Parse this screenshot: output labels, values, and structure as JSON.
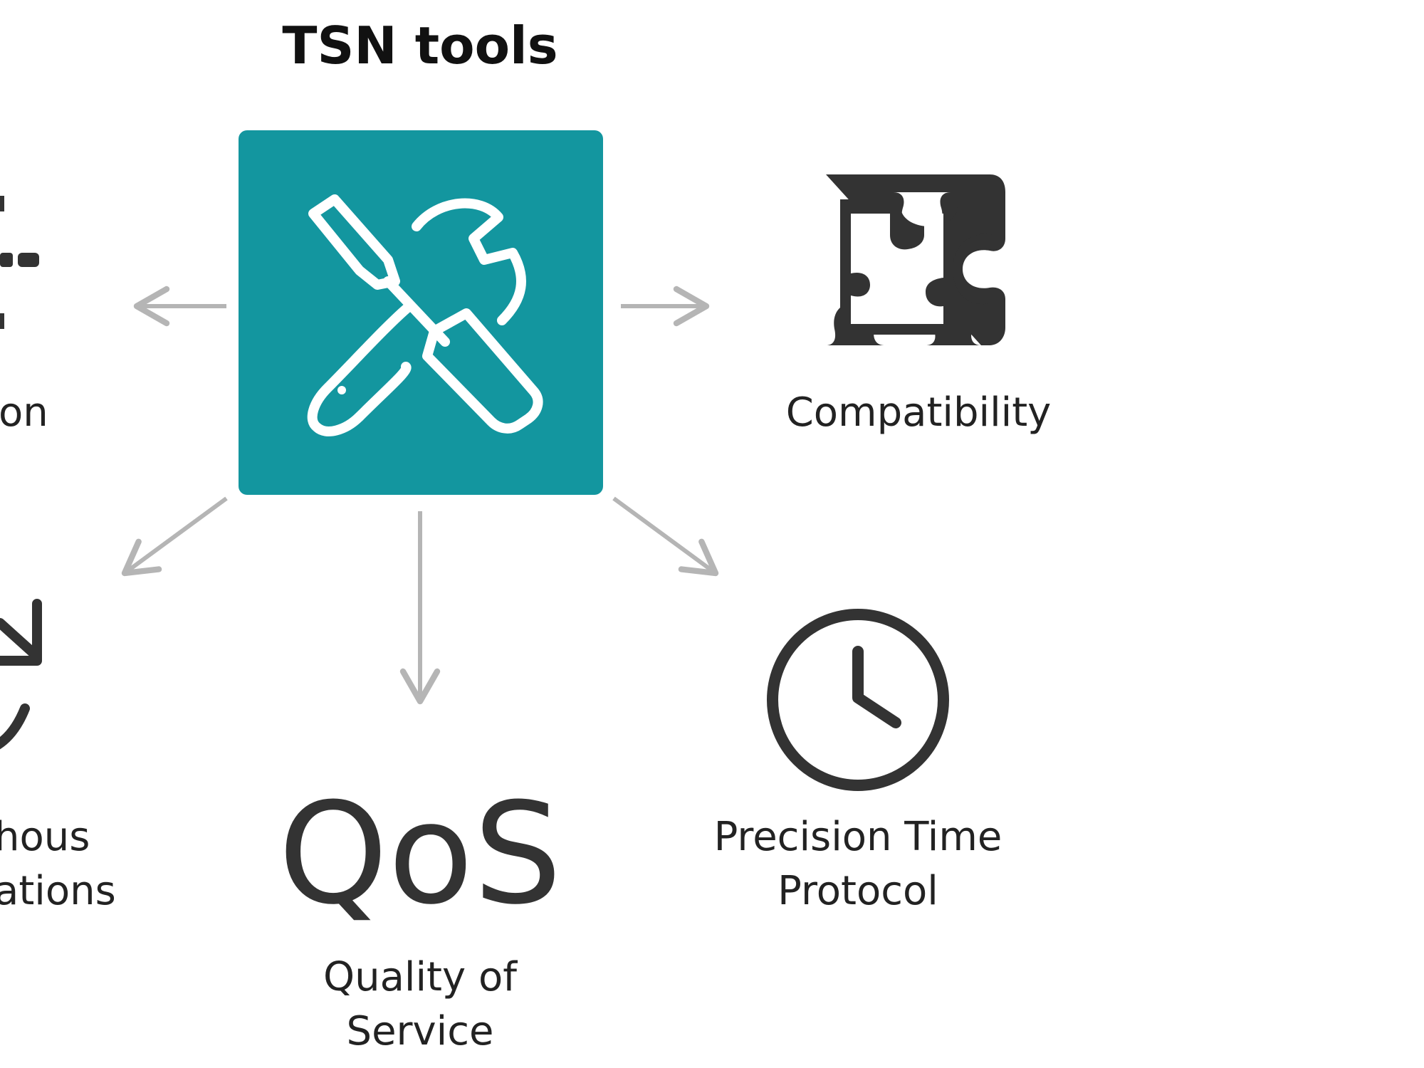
{
  "title": "TSN tools",
  "colors": {
    "hub_fill": "#13969f",
    "icon_stroke": "#ffffff",
    "arrow": "#b5b5b5",
    "icon_dark": "#333333",
    "text": "#222222"
  },
  "center_icon": "wrench-screwdriver-icon",
  "nodes": {
    "left_top": {
      "label": "on",
      "icon": "partial-network-icon"
    },
    "compatibility": {
      "label": "Compatibility",
      "icon": "puzzle-icon"
    },
    "left_bottom": {
      "label_lines": [
        "hous",
        "ations"
      ],
      "icon": "partial-sync-arrows-icon"
    },
    "qos": {
      "mark": "QoS",
      "label_lines": [
        "Quality of",
        "Service"
      ]
    },
    "ptp": {
      "label_lines": [
        "Precision Time",
        "Protocol"
      ],
      "icon": "clock-icon"
    }
  }
}
